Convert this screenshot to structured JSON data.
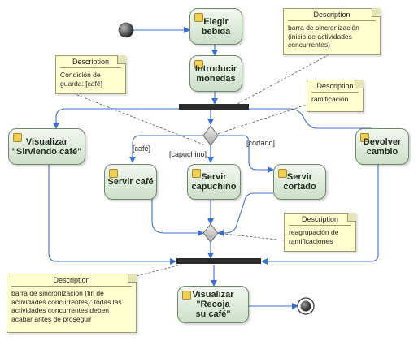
{
  "actions": {
    "elegir": "Elegir\nbebida",
    "introducir": "Introducir\nmonedas",
    "visualizar_sirviendo": "Visualizar\n\"Sirviendo café\"",
    "servir_cafe": "Servir café",
    "servir_capuchino": "Servir\ncapuchino",
    "servir_cortado": "Servir\ncortado",
    "devolver": "Devolver\ncambio",
    "visualizar_recoja": "Visualizar \"Recoja\nsu café\""
  },
  "guards": {
    "cafe": "[café]",
    "capuchino": "[capuchino]",
    "cortado": "[cortado]"
  },
  "notes": {
    "sync_inicio": {
      "title": "Description",
      "body": "barra de sincronización (inicio de actividades concurrentes)"
    },
    "guarda": {
      "title": "Description",
      "body": "Condición de guarda: [café]"
    },
    "ramificacion": {
      "title": "Description",
      "body": "ramificación"
    },
    "reagrupacion": {
      "title": "Description",
      "body": "reagrupación de ramificaciones"
    },
    "sync_fin": {
      "title": "Description",
      "body": "barra de sincronización (fin de actividades concurrentes): todas las actividades concurrentes deben acabar antes de proseguir"
    }
  },
  "colors": {
    "flow": "#3a6fd0",
    "action_fill": "#d5e6d1",
    "note_fill": "#ffffcf",
    "bar": "#2b2b2b"
  }
}
